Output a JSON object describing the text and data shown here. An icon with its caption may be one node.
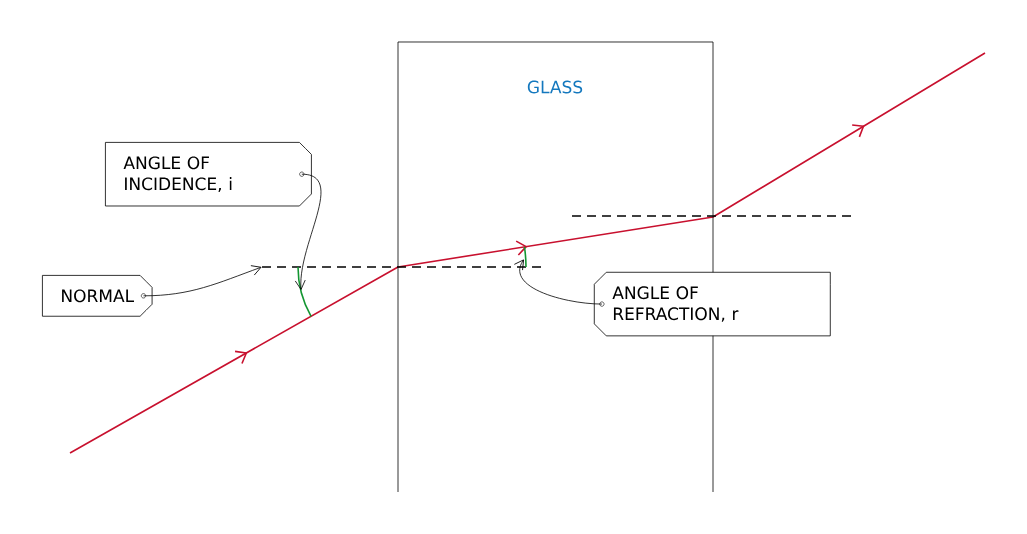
{
  "diagram": {
    "nodes": [
      {
        "text": [
          "GLASS"
        ]
      },
      {
        "text": [
          "ANGLE OF INCIDENCE, i"
        ]
      },
      {
        "text": [
          "NORMAL"
        ]
      },
      {
        "text": [
          "ANGLE OF REFRACTION, r"
        ]
      },
      {
        "text": [],
        "shape": "line"
      },
      {
        "text": [],
        "shape": "arc"
      },
      {
        "text": [],
        "shape": "arc",
        "in": 0
      }
    ],
    "edges": [
      {
        "from": 1,
        "to": 5,
        "arrow": "to"
      },
      {
        "from": 2,
        "to": 4,
        "arrow": "to"
      },
      {
        "from": 3,
        "to": 6,
        "arrow": "to"
      }
    ]
  }
}
